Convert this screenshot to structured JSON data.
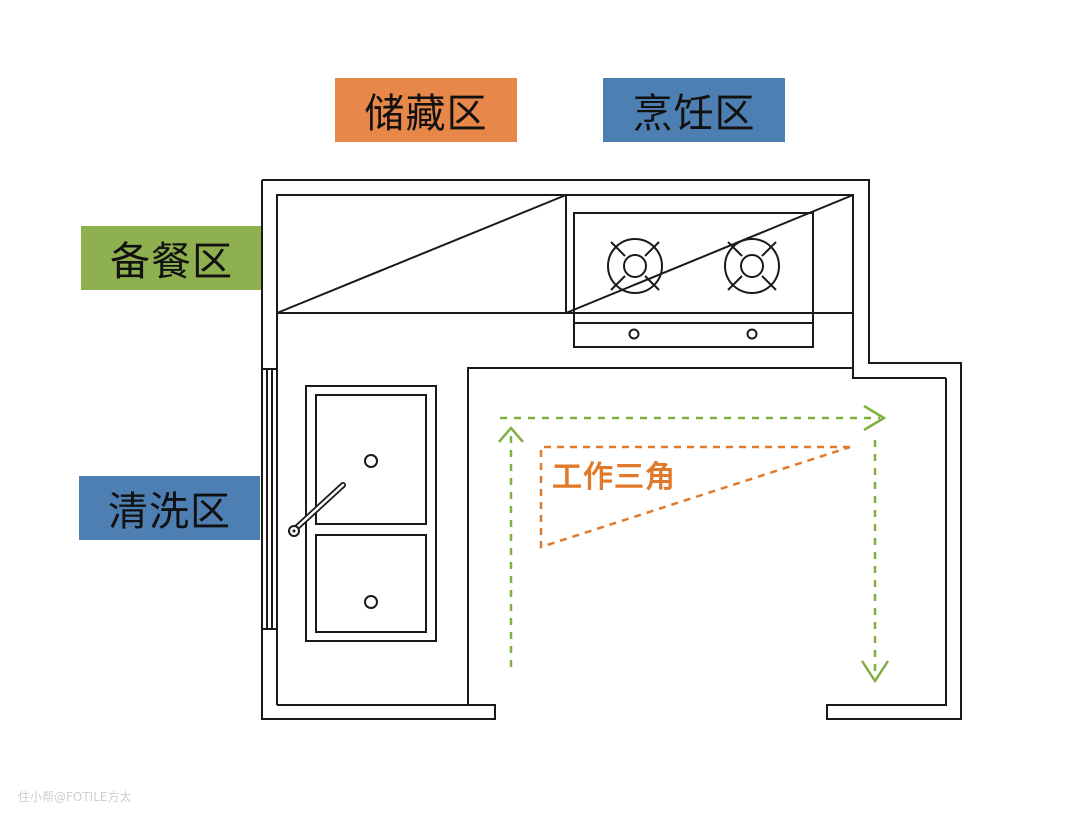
{
  "zones": {
    "storage": {
      "label": "储藏区",
      "color": "#E8874A"
    },
    "cooking": {
      "label": "烹饪区",
      "color": "#4E7FB2"
    },
    "prep": {
      "label": "备餐区",
      "color": "#8EB04E"
    },
    "washing": {
      "label": "清洗区",
      "color": "#4E7FB2"
    }
  },
  "work_triangle": {
    "label": "工作三角",
    "color": "#E07A2A",
    "flow_color": "#7FB040"
  },
  "plan": {
    "line_color": "#1a1a1a",
    "burners": 2,
    "sink_basins": 2
  },
  "watermark": "住小帮@FOTILE方太"
}
